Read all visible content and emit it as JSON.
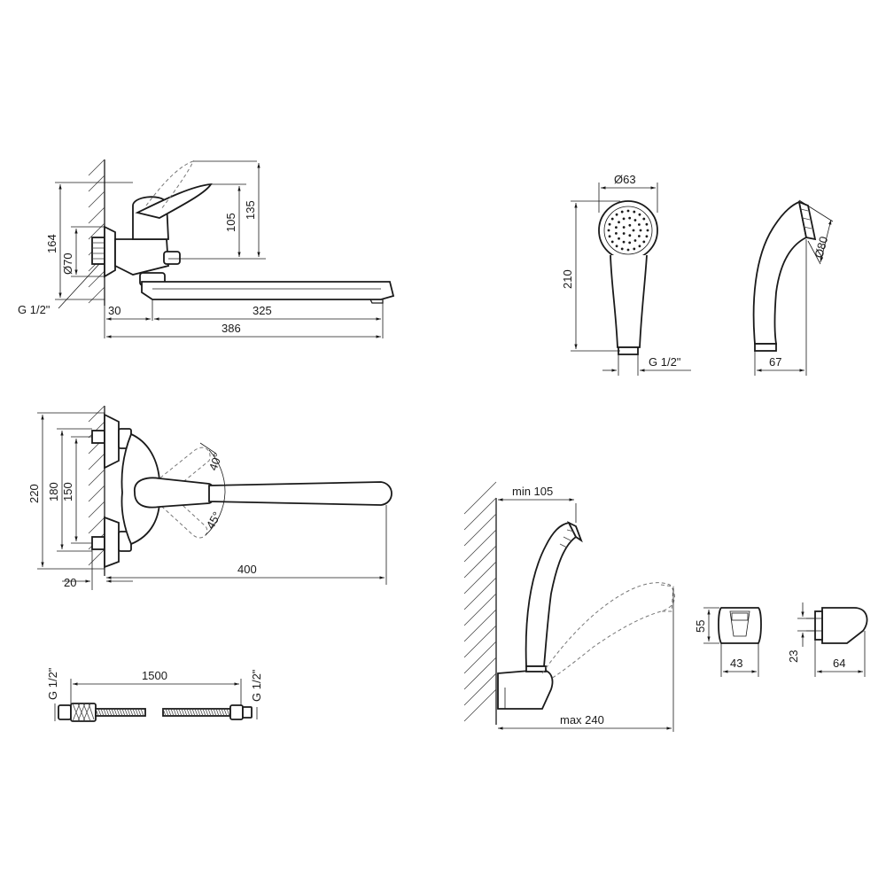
{
  "faucet_side": {
    "dims": {
      "h164": "164",
      "d70": "Ø70",
      "h105": "105",
      "h135": "135",
      "thread": "G 1/2\"",
      "w30": "30",
      "w325": "325",
      "w386": "386"
    }
  },
  "hand_shower": {
    "dims": {
      "d63": "Ø63",
      "h210": "210",
      "thread": "G 1/2\"",
      "d80": "Ø80",
      "w67": "67"
    }
  },
  "faucet_top": {
    "dims": {
      "h220": "220",
      "h180": "180",
      "h150": "150",
      "a40": "40°",
      "a45": "45°",
      "w20": "20",
      "w400": "400"
    }
  },
  "hose": {
    "dims": {
      "length": "1500",
      "thread_left": "G 1/2\"",
      "thread_right": "G 1/2\""
    }
  },
  "holder": {
    "dims": {
      "min": "min 105",
      "max": "max 240",
      "h55": "55",
      "w43": "43",
      "h23": "23",
      "w64": "64"
    }
  }
}
